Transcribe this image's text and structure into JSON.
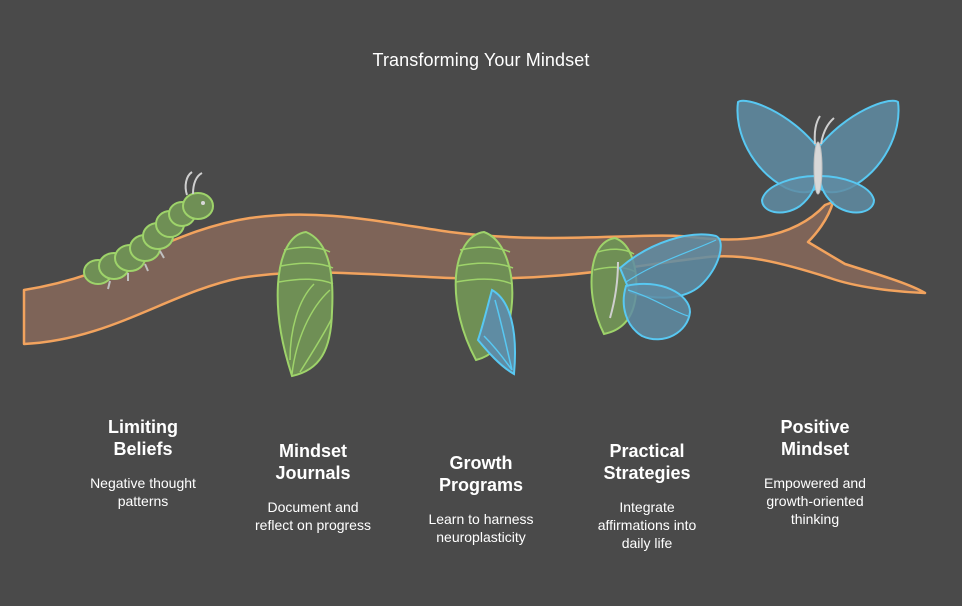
{
  "title": "Transforming Your Mindset",
  "stages": [
    {
      "heading": [
        "Limiting",
        "Beliefs"
      ],
      "description": [
        "Negative thought",
        "patterns"
      ],
      "icon": "caterpillar-icon"
    },
    {
      "heading": [
        "Mindset",
        "Journals"
      ],
      "description": [
        "Document and",
        "reflect on progress"
      ],
      "icon": "cocoon-icon"
    },
    {
      "heading": [
        "Growth",
        "Programs"
      ],
      "description": [
        "Learn to harness",
        "neuroplasticity"
      ],
      "icon": "emerging-chrysalis-icon"
    },
    {
      "heading": [
        "Practical",
        "Strategies"
      ],
      "description": [
        "Integrate",
        "affirmations into",
        "daily life"
      ],
      "icon": "butterfly-emerging-icon"
    },
    {
      "heading": [
        "Positive",
        "Mindset"
      ],
      "description": [
        "Empowered and",
        "growth-oriented",
        "thinking"
      ],
      "icon": "butterfly-icon"
    }
  ],
  "colors": {
    "background": "#4a4a4a",
    "branch_fill": "#7e6458",
    "branch_stroke": "#f2a35e",
    "green": "#9ed36a",
    "green_fill": "#6f8f55",
    "blue": "#58c8f2",
    "blue_fill": "#5f8ca3",
    "text": "#ffffff"
  }
}
